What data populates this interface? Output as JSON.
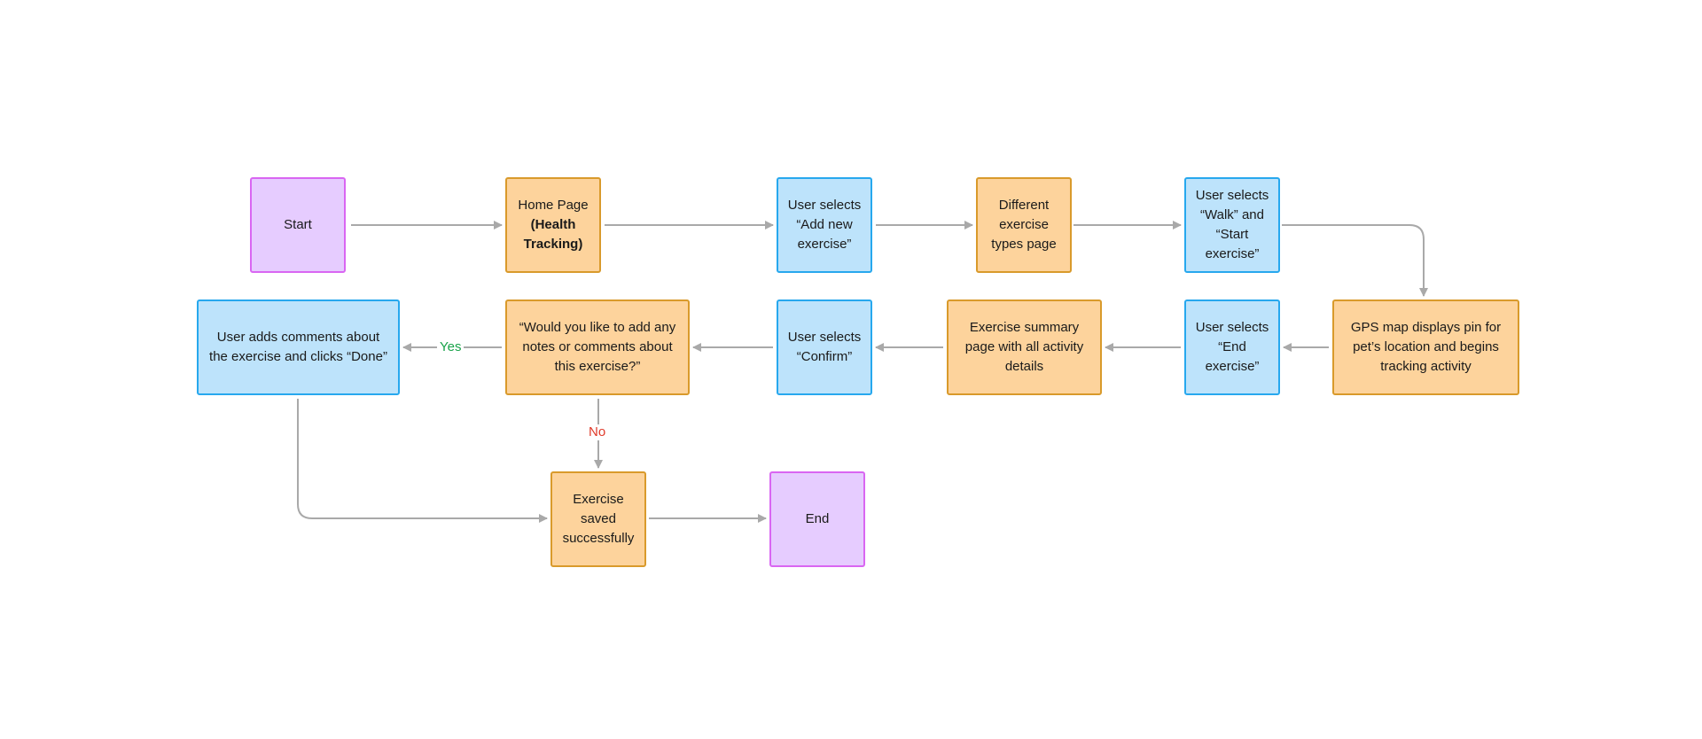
{
  "colors": {
    "terminal_fill": "#e6ccff",
    "terminal_border": "#d966f2",
    "screen_fill": "#fdd39c",
    "screen_border": "#d99a2b",
    "action_fill": "#bde3fb",
    "action_border": "#27a8ee",
    "edge": "#a9a9a9",
    "yes": "#19a34a",
    "no": "#e03a2a"
  },
  "nodes": {
    "start": {
      "lines": [
        "Start"
      ]
    },
    "home": {
      "lines": [
        "Home Page"
      ],
      "bold_lines": [
        "(Health",
        "Tracking)"
      ]
    },
    "add_exercise": {
      "lines": [
        "User selects",
        "“Add new",
        "exercise”"
      ]
    },
    "types_page": {
      "lines": [
        "Different",
        "exercise",
        "types page"
      ]
    },
    "walk": {
      "lines": [
        "User selects",
        "“Walk” and",
        "“Start",
        "exercise”"
      ]
    },
    "gps": {
      "lines": [
        "GPS map displays pin for",
        "pet’s location and begins",
        "tracking activity"
      ]
    },
    "end_exercise": {
      "lines": [
        "User selects",
        "“End",
        "exercise”"
      ]
    },
    "summary": {
      "lines": [
        "Exercise summary",
        "page with all activity",
        "details"
      ]
    },
    "confirm": {
      "lines": [
        "User selects",
        "“Confirm”"
      ]
    },
    "question": {
      "lines": [
        "“Would you like to add any",
        "notes or comments about",
        "this exercise?”"
      ]
    },
    "comments": {
      "lines": [
        "User adds comments about",
        "the exercise and clicks “Done”"
      ]
    },
    "saved": {
      "lines": [
        "Exercise",
        "saved",
        "successfully"
      ]
    },
    "end": {
      "lines": [
        "End"
      ]
    }
  },
  "edge_labels": {
    "yes": "Yes",
    "no": "No"
  }
}
